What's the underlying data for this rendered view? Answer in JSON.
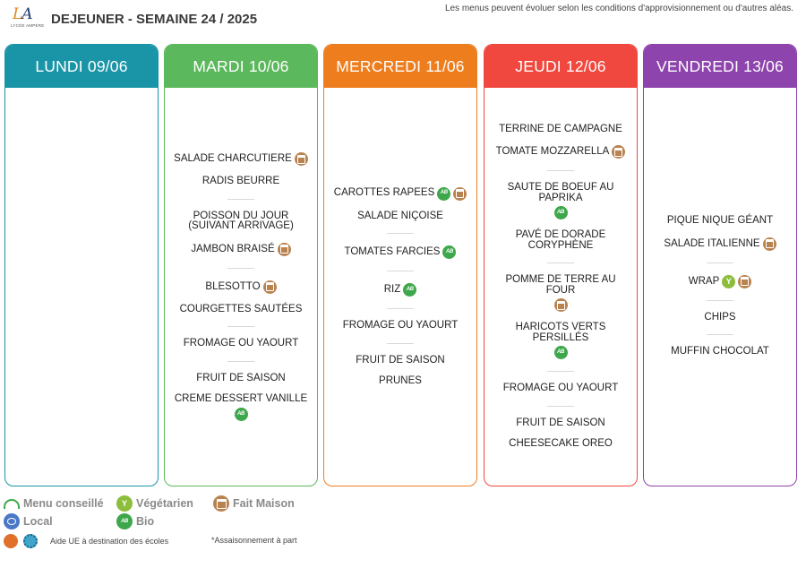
{
  "header": {
    "logo_text": "LA",
    "logo_sub": "LYCÉE AMPÈRE",
    "title": "DEJEUNER - SEMAINE 24 / 2025",
    "notice": "Les menus peuvent évoluer selon les conditions d'approvisionnement ou d'autres aléas."
  },
  "colors": {
    "lundi": "#1a95a8",
    "mardi": "#5cb85c",
    "mercredi": "#ee7d1e",
    "jeudi": "#f0483e",
    "vendredi": "#8e44ad"
  },
  "days": [
    {
      "label": "LUNDI 09/06",
      "items": []
    },
    {
      "label": "MARDI 10/06",
      "groups": [
        [
          {
            "name": "SALADE CHARCUTIERE",
            "icons": [
              "fait-maison"
            ]
          },
          {
            "name": "RADIS BEURRE",
            "icons": []
          }
        ],
        [
          {
            "name": "POISSON DU JOUR (SUIVANT ARRIVAGE)",
            "icons": []
          },
          {
            "name": "JAMBON BRAISÉ",
            "icons": [
              "fait-maison"
            ]
          }
        ],
        [
          {
            "name": "BLESOTTO",
            "icons": [
              "fait-maison"
            ]
          },
          {
            "name": "COURGETTES SAUTÉES",
            "icons": []
          }
        ],
        [
          {
            "name": "FROMAGE OU YAOURT",
            "icons": []
          }
        ],
        [
          {
            "name": "FRUIT DE SAISON",
            "icons": []
          },
          {
            "name": "CREME DESSERT VANILLE",
            "icons": [
              "bio"
            ]
          }
        ]
      ]
    },
    {
      "label": "MERCREDI 11/06",
      "groups": [
        [
          {
            "name": "CAROTTES RAPEES",
            "icons": [
              "bio",
              "fait-maison"
            ]
          },
          {
            "name": "SALADE NIÇOISE",
            "icons": []
          }
        ],
        [
          {
            "name": "TOMATES FARCIES",
            "icons": [
              "bio"
            ]
          }
        ],
        [
          {
            "name": "RIZ",
            "icons": [
              "bio"
            ]
          }
        ],
        [
          {
            "name": "FROMAGE OU YAOURT",
            "icons": []
          }
        ],
        [
          {
            "name": "FRUIT DE SAISON",
            "icons": []
          },
          {
            "name": "PRUNES",
            "icons": []
          }
        ]
      ]
    },
    {
      "label": "JEUDI 12/06",
      "groups": [
        [
          {
            "name": "TERRINE DE CAMPAGNE",
            "icons": []
          },
          {
            "name": "TOMATE MOZZARELLA",
            "icons": [
              "fait-maison"
            ]
          }
        ],
        [
          {
            "name": "SAUTE DE BOEUF AU PAPRIKA",
            "icons": [
              "bio"
            ]
          },
          {
            "name": "PAVÉ DE DORADE CORYPHÈNE",
            "icons": []
          }
        ],
        [
          {
            "name": "POMME DE TERRE AU FOUR",
            "icons": [
              "fait-maison"
            ]
          },
          {
            "name": "HARICOTS VERTS PERSILLÉS",
            "icons": [
              "bio"
            ]
          }
        ],
        [
          {
            "name": "FROMAGE OU YAOURT",
            "icons": []
          }
        ],
        [
          {
            "name": "FRUIT DE SAISON",
            "icons": []
          },
          {
            "name": "CHEESECAKE OREO",
            "icons": []
          }
        ]
      ]
    },
    {
      "label": "VENDREDI 13/06",
      "groups": [
        [
          {
            "name": "PIQUE NIQUE GÉANT",
            "icons": []
          },
          {
            "name": "SALADE ITALIENNE",
            "icons": [
              "fait-maison"
            ]
          }
        ],
        [
          {
            "name": "WRAP",
            "icons": [
              "vegetarien",
              "fait-maison"
            ]
          }
        ],
        [
          {
            "name": "CHIPS",
            "icons": []
          }
        ],
        [
          {
            "name": "MUFFIN CHOCOLAT",
            "icons": []
          }
        ]
      ]
    }
  ],
  "legend": {
    "menu_conseille": "Menu conseillé",
    "vegetarien": "Végétarien",
    "fait_maison": "Fait Maison",
    "local": "Local",
    "bio": "Bio",
    "aide_ue": "Aide UE à destination des écoles",
    "assaisonnement": "*Assaisonnement à part"
  }
}
